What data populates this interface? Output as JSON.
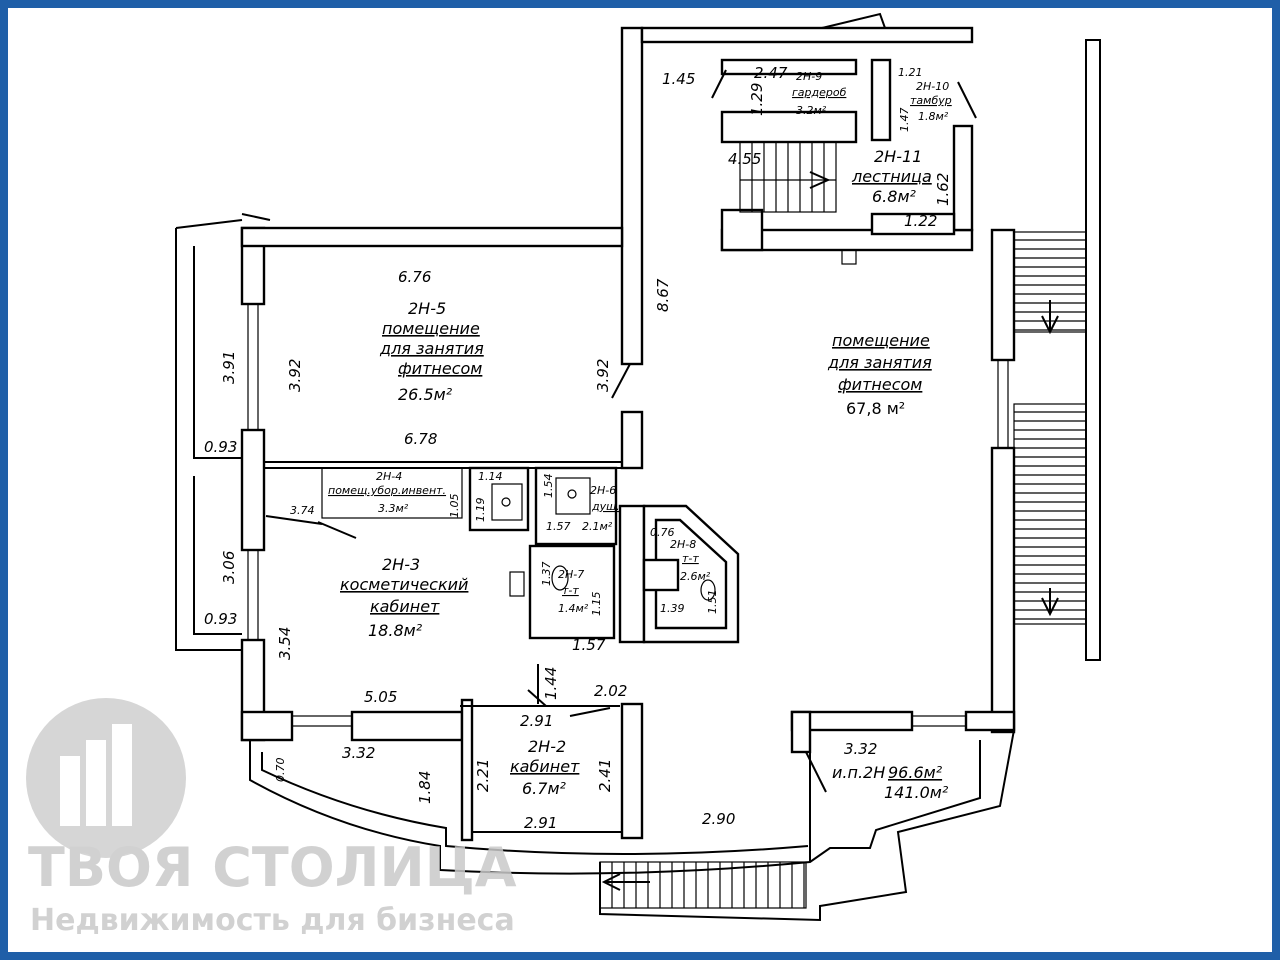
{
  "rooms": {
    "r5": {
      "id": "2Н-5",
      "name1": "помещение",
      "name2": "для занятия",
      "name3": "фитнесом",
      "area": "26.5м²"
    },
    "main": {
      "name1": "помещение",
      "name2": "для занятия",
      "name3": "фитнесом",
      "area": "67,8 м²"
    },
    "r4": {
      "id": "2Н-4",
      "name": "помещ.убор.инвент.",
      "area": "3.3м²"
    },
    "r3": {
      "id": "2Н-3",
      "name": "косметический",
      "name2": "кабинет",
      "area": "18.8м²"
    },
    "r6": {
      "id": "2Н-6",
      "name": "душ.",
      "area": "2.1м²"
    },
    "r7": {
      "id": "2Н-7",
      "name": "т-т",
      "area": "1.4м²"
    },
    "r8": {
      "id": "2Н-8",
      "name": "т-т",
      "area": "2.6м²"
    },
    "r9": {
      "id": "2Н-9",
      "name": "гардероб",
      "area": "3.2м²"
    },
    "r10": {
      "id": "2Н-10",
      "name": "тамбур",
      "area": "1.8м²"
    },
    "r11": {
      "id": "2Н-11",
      "name": "лестница",
      "area": "6.8м²"
    },
    "r2": {
      "id": "2Н-2",
      "name": "кабинет",
      "area": "6.7м²"
    },
    "total": {
      "label": "и.п.2Н",
      "area1": "96.6м²",
      "area2": "141.0м²"
    }
  },
  "dims": {
    "d_1_45": "1.45",
    "d_2_47": "2.47",
    "d_1_29": "1.29",
    "d_1_21": "1.21",
    "d_1_47": "1.47",
    "d_4_55": "4.55",
    "d_1_62": "1.62",
    "d_1_22": "1.22",
    "d_8_67": "8.67",
    "d_6_76": "6.76",
    "d_3_92a": "3.92",
    "d_3_92b": "3.92",
    "d_3_91": "3.91",
    "d_0_93a": "0.93",
    "d_6_78": "6.78",
    "d_1_14": "1.14",
    "d_1_54": "1.54",
    "d_1_57a": "1.57",
    "d_1_05": "1.05",
    "d_1_19": "1.19",
    "d_3_74": "3.74",
    "d_0_76": "0.76",
    "d_1_37": "1.37",
    "d_1_15": "1.15",
    "d_1_39": "1.39",
    "d_1_51": "1.51",
    "d_1_57b": "1.57",
    "d_3_06": "3.06",
    "d_0_93b": "0.93",
    "d_3_54": "3.54",
    "d_5_05": "5.05",
    "d_1_44": "1.44",
    "d_2_02": "2.02",
    "d_2_91a": "2.91",
    "d_0_70": "0.70",
    "d_3_32a": "3.32",
    "d_1_84": "1.84",
    "d_2_21": "2.21",
    "d_2_41": "2.41",
    "d_2_91b": "2.91",
    "d_2_90": "2.90",
    "d_3_32b": "3.32"
  },
  "watermark": {
    "brand": "ТВОЯ СТОЛИЦА",
    "tagline": "Недвижимость для бизнеса"
  },
  "colors": {
    "frame": "#1f5fa8",
    "watermark": "#c9c9c9"
  }
}
